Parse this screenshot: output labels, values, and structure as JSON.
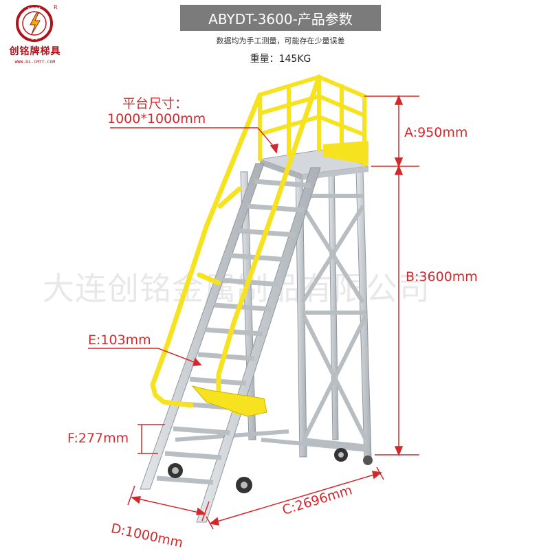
{
  "brand": {
    "name": "创铭牌梯具",
    "url": "WWW.DL-CMTT.COM",
    "badge_mark": "R",
    "badge_letters": "C M T T",
    "badge_bottom": "D L"
  },
  "header": {
    "title": "ABYDT-3600-产品参数",
    "note": "数据均为手工测量，可能存在少量误差",
    "weight": "重量：145KG"
  },
  "dimensions": {
    "platform_label": "平台尺寸：",
    "platform_value": "1000*1000mm",
    "A": "A:950mm",
    "B": "B:3600mm",
    "C": "C:2696mm",
    "D": "D:1000mm",
    "E": "E:103mm",
    "F": "F:277mm"
  },
  "watermark": "大连创铭金属制品有限公司",
  "colors": {
    "accent_red": "#d3282b",
    "handrail_yellow": "#f6e21e",
    "aluminum": "#c9cdd1",
    "title_bar": "#7b7b7b"
  }
}
